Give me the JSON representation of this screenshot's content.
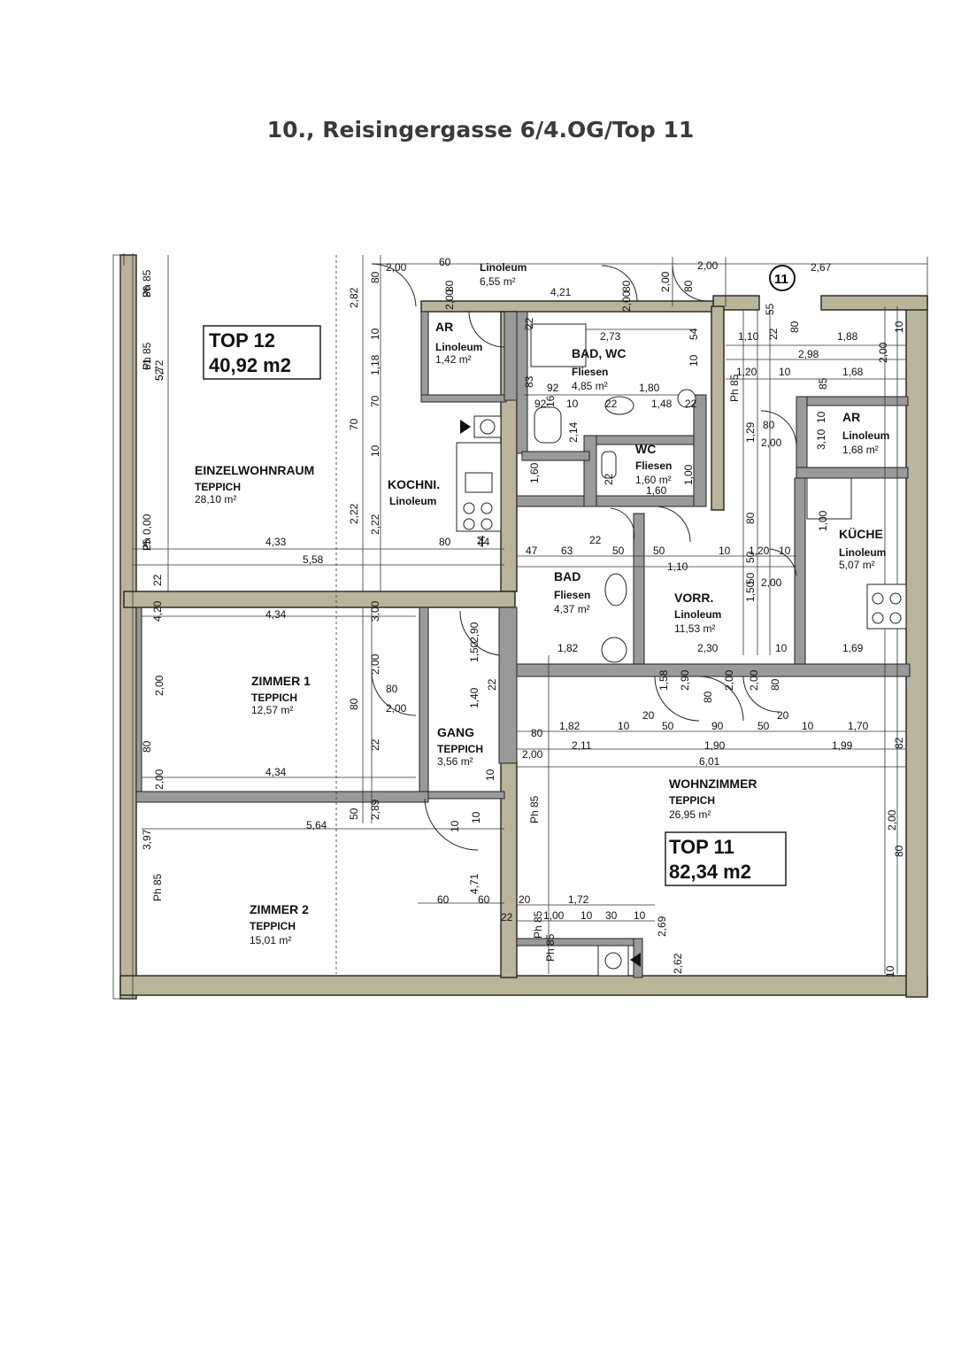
{
  "title": "10., Reisingergasse 6/4.OG/Top 11",
  "tops": [
    {
      "label": "TOP 12",
      "area": "40,92 m2"
    },
    {
      "label": "TOP 11",
      "area": "82,34 m2"
    }
  ],
  "rooms": [
    {
      "name": "EINZELWOHNRAUM",
      "material": "TEPPICH",
      "area": "28,10 m²"
    },
    {
      "name": "AR",
      "material": "Linoleum",
      "area": "1,42 m²"
    },
    {
      "name": "KOCHNI.",
      "material": "Linoleum",
      "area": ""
    },
    {
      "name": "",
      "material": "Linoleum",
      "area": "6,55 m²"
    },
    {
      "name": "BAD, WC",
      "material": "Fliesen",
      "area": "4,85 m²"
    },
    {
      "name": "WC",
      "material": "Fliesen",
      "area": "1,60 m²"
    },
    {
      "name": "AR",
      "material": "Linoleum",
      "area": "1,68 m²"
    },
    {
      "name": "KÜCHE",
      "material": "Linoleum",
      "area": "5,07 m²"
    },
    {
      "name": "BAD",
      "material": "Fliesen",
      "area": "4,37 m²"
    },
    {
      "name": "VORR.",
      "material": "Linoleum",
      "area": "11,53 m²"
    },
    {
      "name": "ZIMMER 1",
      "material": "TEPPICH",
      "area": "12,57 m²"
    },
    {
      "name": "GANG",
      "material": "TEPPICH",
      "area": "3,56 m²"
    },
    {
      "name": "WOHNZIMMER",
      "material": "TEPPICH",
      "area": "26,95 m²"
    },
    {
      "name": "ZIMMER 2",
      "material": "TEPPICH",
      "area": "15,01 m²"
    }
  ],
  "unit_marker": "11",
  "dimensions": {
    "horizontal": [
      "2,00",
      "60",
      "4,21",
      "2,00",
      "2,67",
      "2,73",
      "1,10",
      "1,88",
      "2,98",
      "1,20",
      "10",
      "1,68",
      "92",
      "1,80",
      "92",
      "10",
      "22",
      "1,48",
      "22",
      "1,60",
      "80",
      "2,00",
      "4,33",
      "5,58",
      "80",
      "44",
      "47",
      "63",
      "22",
      "50",
      "50",
      "10",
      "1,20",
      "10",
      "1,10",
      "2,00",
      "4,34",
      "1,82",
      "2,30",
      "10",
      "1,69",
      "80",
      "2,00",
      "20",
      "20",
      "80",
      "1,82",
      "10",
      "50",
      "90",
      "50",
      "10",
      "1,70",
      "2,00",
      "2,11",
      "1,90",
      "1,99",
      "6,01",
      "4,34",
      "5,64",
      "60",
      "60",
      "20",
      "1,72",
      "22",
      "1,00",
      "10",
      "30",
      "10"
    ],
    "vertical": [
      "Ph 85",
      "Ph 85",
      "5,72",
      "Ph 0,00",
      "22",
      "80",
      "2,82",
      "10",
      "1,18",
      "70",
      "70",
      "10",
      "2,22",
      "2,22",
      "80",
      "2,00",
      "44",
      "80",
      "2,00",
      "2,00",
      "80",
      "22",
      "83",
      "16",
      "2,14",
      "10",
      "54",
      "1,60",
      "22",
      "1,00",
      "55",
      "22",
      "80",
      "10",
      "2,00",
      "85",
      "Ph 85",
      "1,29",
      "10",
      "3,10",
      "1,00",
      "80",
      "50",
      "50",
      "1,50",
      "4,20",
      "3,00",
      "2,00",
      "80",
      "22",
      "22",
      "1,40",
      "2,90",
      "1,50",
      "1,58",
      "2,90",
      "80",
      "2,00",
      "2,00",
      "80",
      "2,00",
      "80",
      "2,00",
      "50",
      "2,89",
      "Ph 85",
      "10",
      "10",
      "10",
      "3,97",
      "2,00",
      "80",
      "82",
      "Ph 85",
      "4,71",
      "Ph 85",
      "Ph 85",
      "2,62",
      "2,69",
      "10",
      "36",
      "61",
      "52",
      "25"
    ]
  }
}
